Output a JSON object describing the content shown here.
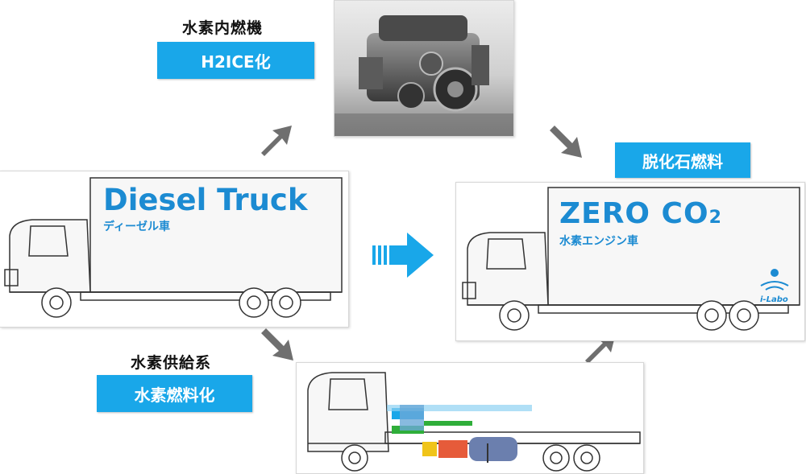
{
  "top_group": {
    "caption": "水素内燃機",
    "badge": "H2ICE化"
  },
  "bottom_group": {
    "caption": "水素供給系",
    "badge": "水素燃料化"
  },
  "diesel_truck": {
    "title": "Diesel Truck",
    "subtitle": "ディーゼル車"
  },
  "zero_truck": {
    "badge": "脱化石燃料",
    "title": "ZERO CO",
    "title_sub": "2",
    "subtitle": "水素エンジン車",
    "logo_text": "i-Labo"
  },
  "colors": {
    "accent_blue": "#19a7e9",
    "title_blue": "#1c8bd2",
    "arrow_gray": "#6f6f6f"
  }
}
